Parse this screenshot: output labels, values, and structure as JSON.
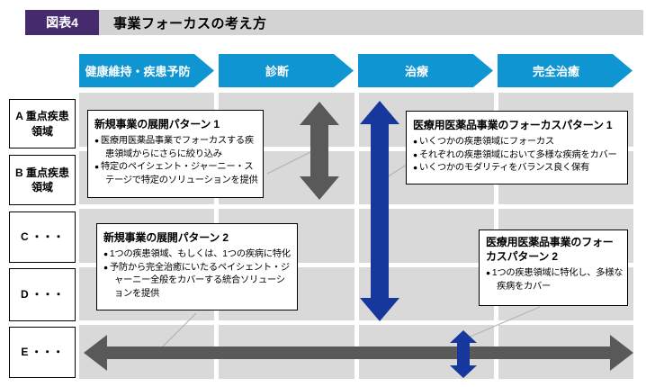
{
  "header": {
    "figure_label": "図表4",
    "title": "事業フォーカスの考え方"
  },
  "phases": [
    {
      "label": "健康維持・疾患予防"
    },
    {
      "label": "診断"
    },
    {
      "label": "治療"
    },
    {
      "label": "完全治癒"
    }
  ],
  "row_labels": [
    {
      "label": "A 重点疾患\n領域"
    },
    {
      "label": "B 重点疾患\n領域"
    },
    {
      "label": "C ・・・"
    },
    {
      "label": "D ・・・"
    },
    {
      "label": "E ・・・"
    }
  ],
  "boxes": {
    "new_business_1": {
      "title": "新規事業の展開パターン 1",
      "bullets": [
        "医療用医薬品事業でフォーカスする疾患領域からにさらに絞り込み",
        "特定のペイシェント・ジャーニー・ステージで特定のソリューションを提供"
      ]
    },
    "pharma_focus_1": {
      "title": "医療用医薬品事業のフォーカスパターン 1",
      "bullets": [
        "いくつかの疾患領域にフォーカス",
        "それぞれの疾患領域において多様な疾病をカバー",
        "いくつかのモダリティをバランス良く保有"
      ]
    },
    "new_business_2": {
      "title": "新規事業の展開パターン 2",
      "bullets": [
        "1つの疾患領域、もしくは、1つの疾病に特化",
        "予防から完全治癒にいたるペイシェント・ジャーニー全般をカバーする統合ソリューションを提供"
      ]
    },
    "pharma_focus_2": {
      "title": "医療用医薬品事業のフォーカスパターン 2",
      "bullets": [
        "1つの疾患領域に特化し、多様な疾病をカバー"
      ]
    }
  },
  "colors": {
    "azure_phase": "#1095d3",
    "navy_arrow": "#16389c",
    "gray_arrow": "#595959",
    "grid_cell": "#d9d9d9",
    "badge_purple": "#452a6e",
    "title_bar_gray": "#d3d3d3"
  }
}
